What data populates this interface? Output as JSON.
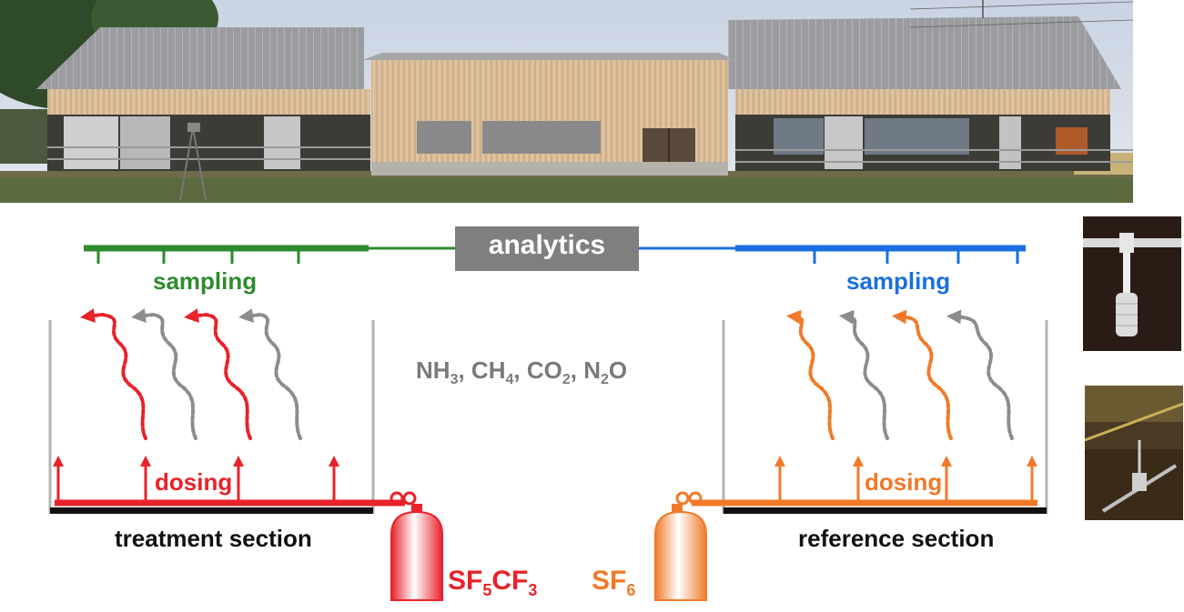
{
  "labels": {
    "analytics": "analytics",
    "sampling_left": "sampling",
    "sampling_right": "sampling",
    "dosing_left": "dosing",
    "dosing_right": "dosing",
    "treatment_section": "treatment section",
    "reference_section": "reference section"
  },
  "gases": {
    "items": [
      {
        "base": "NH",
        "sub": "3"
      },
      {
        "base": "CH",
        "sub": "4"
      },
      {
        "base": "CO",
        "sub": "2"
      },
      {
        "base": "N",
        "sub": "2",
        "tail": "O"
      }
    ],
    "separator": ", "
  },
  "tracers": {
    "left": {
      "p1": "SF",
      "s1": "5",
      "p2": "CF",
      "s2": "3"
    },
    "right": {
      "p1": "SF",
      "s1": "6"
    }
  },
  "colors": {
    "treatment_red": "#e8222a",
    "reference_orange": "#f07a2a",
    "sampling_green": "#2e8b2e",
    "sampling_blue": "#1a6fe0",
    "analytics_box": "#7f7f7f",
    "gray_text": "#7a7a7a",
    "gray_plume": "#8c8c8c"
  },
  "images": {
    "barn_photo": "barn-photo",
    "sampler_photo": "sampler-photo",
    "dosing_nozzle_photo": "dosing-nozzle-photo"
  }
}
